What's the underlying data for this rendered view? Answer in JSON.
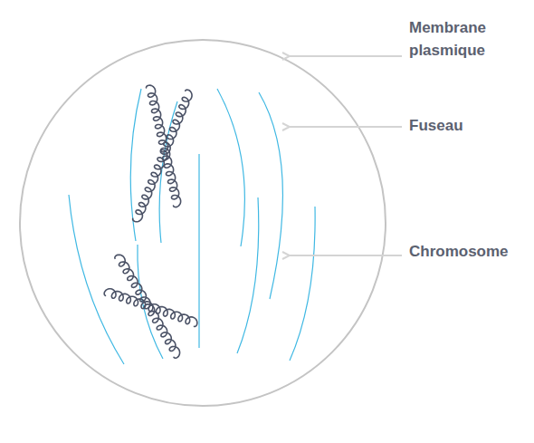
{
  "diagram": {
    "labels": [
      "Membrane plasmique",
      "Fuseau",
      "Chromosome"
    ]
  }
}
